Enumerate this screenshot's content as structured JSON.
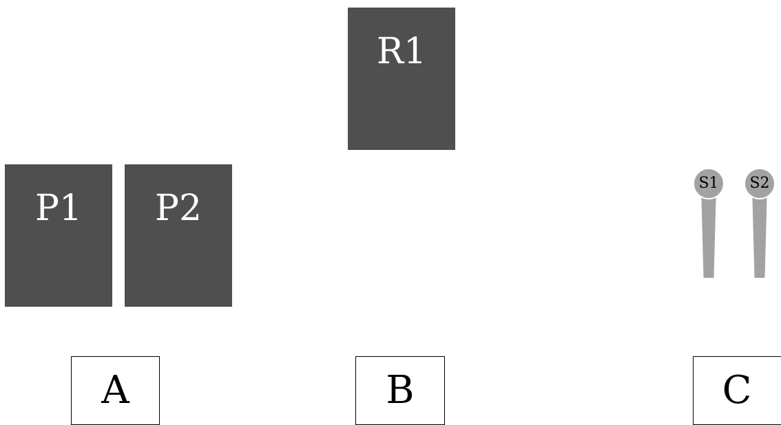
{
  "blocks": {
    "r1": "R1",
    "p1": "P1",
    "p2": "P2"
  },
  "sticks": {
    "s1": "S1",
    "s2": "S2"
  },
  "zones": {
    "a": "A",
    "b": "B",
    "c": "C"
  },
  "colors": {
    "block": "#4f4f4f",
    "stick": "#a2a2a2",
    "background": "#ffffff",
    "zone_border": "#000000"
  }
}
